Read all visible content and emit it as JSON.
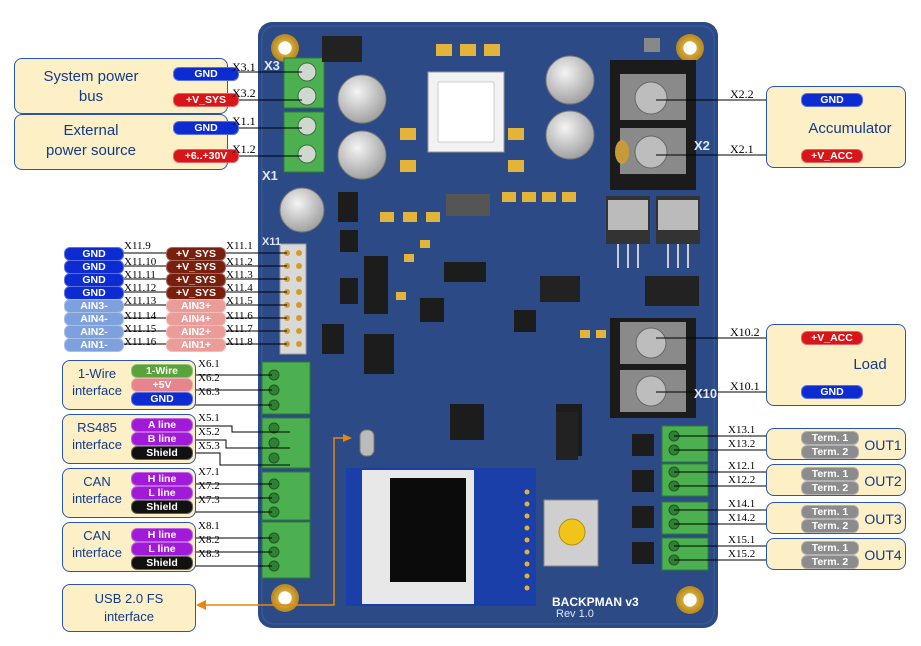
{
  "colors": {
    "gnd": "#0c2bd1",
    "vsys": "#d8161a",
    "acc": "#d8161a",
    "ain_dark": "#7ea0dd",
    "ain_light": "#ea9c99",
    "vsys_dark": "#7a1e0e",
    "green": "#5aa33a",
    "pink": "#e6868c",
    "purple": "#a11ad8",
    "black": "#111111",
    "term": "#8c8c8c",
    "callout_bg": "#fdf0c6",
    "callout_border": "#2a55b0",
    "board": "#2b4a86"
  },
  "callouts": {
    "system_power": {
      "title": "System power\nbus",
      "pins": [
        {
          "label": "GND",
          "ref": "X3.1"
        },
        {
          "label": "+V_SYS",
          "ref": "X3.2"
        }
      ]
    },
    "external_power": {
      "title": "External\npower source",
      "pins": [
        {
          "label": "GND",
          "ref": "X1.1"
        },
        {
          "label": "+6..+30V",
          "ref": "X1.2"
        }
      ]
    },
    "accumulator": {
      "title": "Accumulator",
      "pins": [
        {
          "label": "GND",
          "ref": "X2.2"
        },
        {
          "label": "+V_ACC",
          "ref": "X2.1"
        }
      ]
    },
    "load": {
      "title": "Load",
      "pins": [
        {
          "label": "+V_ACC",
          "ref": "X10.2"
        },
        {
          "label": "GND",
          "ref": "X10.1"
        }
      ]
    },
    "onewire": {
      "title": "1-Wire\ninterface",
      "pins": [
        {
          "label": "1-Wire",
          "ref": "X6.1"
        },
        {
          "label": "+5V",
          "ref": "X6.2"
        },
        {
          "label": "GND",
          "ref": "X6.3"
        }
      ]
    },
    "rs485": {
      "title": "RS485\ninterface",
      "pins": [
        {
          "label": "A line",
          "ref": "X5.1"
        },
        {
          "label": "B line",
          "ref": "X5.2"
        },
        {
          "label": "Shield",
          "ref": "X5.3"
        }
      ]
    },
    "can1": {
      "title": "CAN\ninterface",
      "pins": [
        {
          "label": "H line",
          "ref": "X7.1"
        },
        {
          "label": "L line",
          "ref": "X7.2"
        },
        {
          "label": "Shield",
          "ref": "X7.3"
        }
      ]
    },
    "can2": {
      "title": "CAN\ninterface",
      "pins": [
        {
          "label": "H line",
          "ref": "X8.1"
        },
        {
          "label": "L line",
          "ref": "X8.2"
        },
        {
          "label": "Shield",
          "ref": "X8.3"
        }
      ]
    },
    "usb": {
      "title": "USB 2.0 FS\ninterface"
    }
  },
  "x11": {
    "left": [
      {
        "label": "GND",
        "ref": "X11.9"
      },
      {
        "label": "GND",
        "ref": "X11.10"
      },
      {
        "label": "GND",
        "ref": "X11.11"
      },
      {
        "label": "GND",
        "ref": "X11.12"
      },
      {
        "label": "AIN3-",
        "ref": "X11.13"
      },
      {
        "label": "AIN4-",
        "ref": "X11.14"
      },
      {
        "label": "AIN2-",
        "ref": "X11.15"
      },
      {
        "label": "AIN1-",
        "ref": "X11.16"
      }
    ],
    "right": [
      {
        "label": "+V_SYS",
        "ref": "X11.1"
      },
      {
        "label": "+V_SYS",
        "ref": "X11.2"
      },
      {
        "label": "+V_SYS",
        "ref": "X11.3"
      },
      {
        "label": "+V_SYS",
        "ref": "X11.4"
      },
      {
        "label": "AIN3+",
        "ref": "X11.5"
      },
      {
        "label": "AIN4+",
        "ref": "X11.6"
      },
      {
        "label": "AIN2+",
        "ref": "X11.7"
      },
      {
        "label": "AIN1+",
        "ref": "X11.8"
      }
    ]
  },
  "outputs": [
    {
      "title": "OUT1",
      "terms": [
        {
          "label": "Term. 1",
          "ref": "X13.1"
        },
        {
          "label": "Term. 2",
          "ref": "X13.2"
        }
      ]
    },
    {
      "title": "OUT2",
      "terms": [
        {
          "label": "Term. 1",
          "ref": "X12.1"
        },
        {
          "label": "Term. 2",
          "ref": "X12.2"
        }
      ]
    },
    {
      "title": "OUT3",
      "terms": [
        {
          "label": "Term. 1",
          "ref": "X14.1"
        },
        {
          "label": "Term. 2",
          "ref": "X14.2"
        }
      ]
    },
    {
      "title": "OUT4",
      "terms": [
        {
          "label": "Term. 1",
          "ref": "X15.1"
        },
        {
          "label": "Term. 2",
          "ref": "X15.2"
        }
      ]
    }
  ],
  "board": {
    "name": "BACKPMAN v3",
    "rev": "Rev 1.0",
    "silk_x3": "X3",
    "silk_x1": "X1",
    "silk_x2": "X2",
    "silk_x10": "X10",
    "silk_x11": "X11"
  }
}
